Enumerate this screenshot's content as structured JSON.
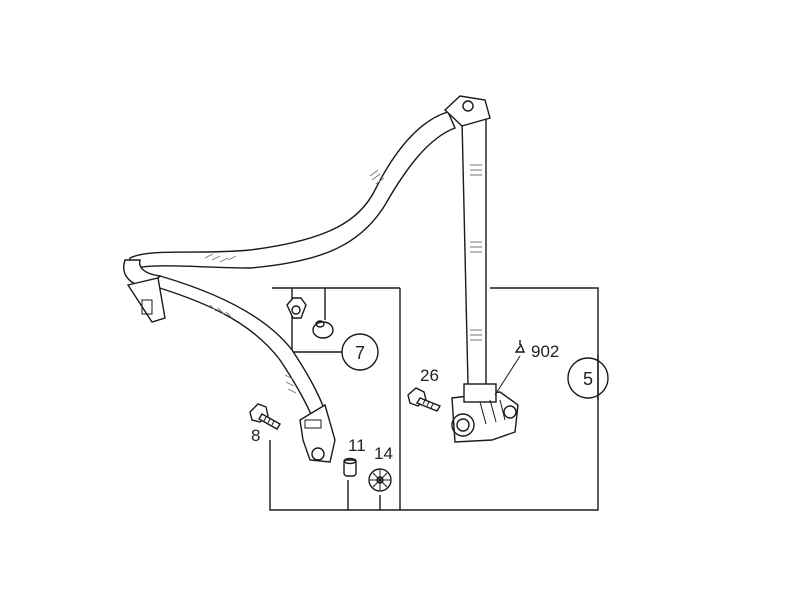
{
  "diagram": {
    "labels": {
      "p902": "902",
      "p26": "26",
      "p8": "8",
      "p11": "11",
      "p14": "14"
    },
    "callouts": {
      "c7": "7",
      "c5": "5"
    }
  }
}
